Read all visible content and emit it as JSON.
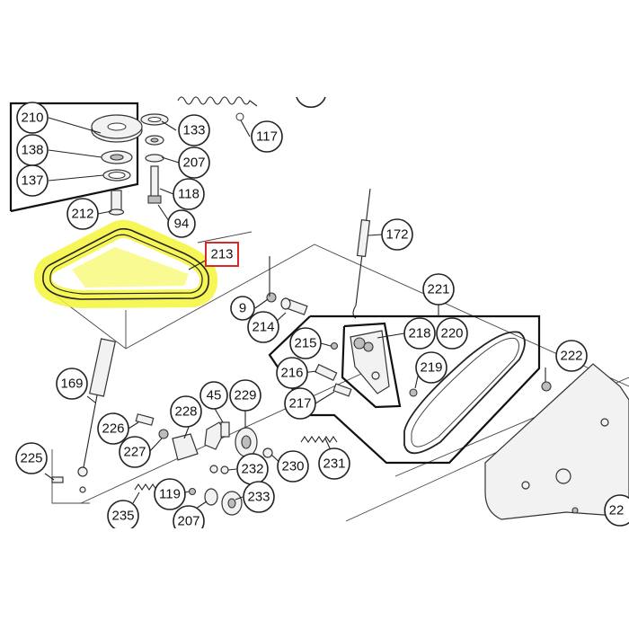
{
  "highlight_color": "#f5f53a",
  "box_color": "#d62a2a",
  "highlighted_label": "213",
  "labels": [
    "210",
    "138",
    "137",
    "133",
    "207",
    "118",
    "94",
    "117",
    "212",
    "213",
    "172",
    "9",
    "214",
    "221",
    "215",
    "218",
    "220",
    "216",
    "219",
    "217",
    "222",
    "169",
    "228",
    "45",
    "229",
    "226",
    "227",
    "232",
    "230",
    "231",
    "225",
    "119",
    "233",
    "235",
    "207",
    "22"
  ]
}
